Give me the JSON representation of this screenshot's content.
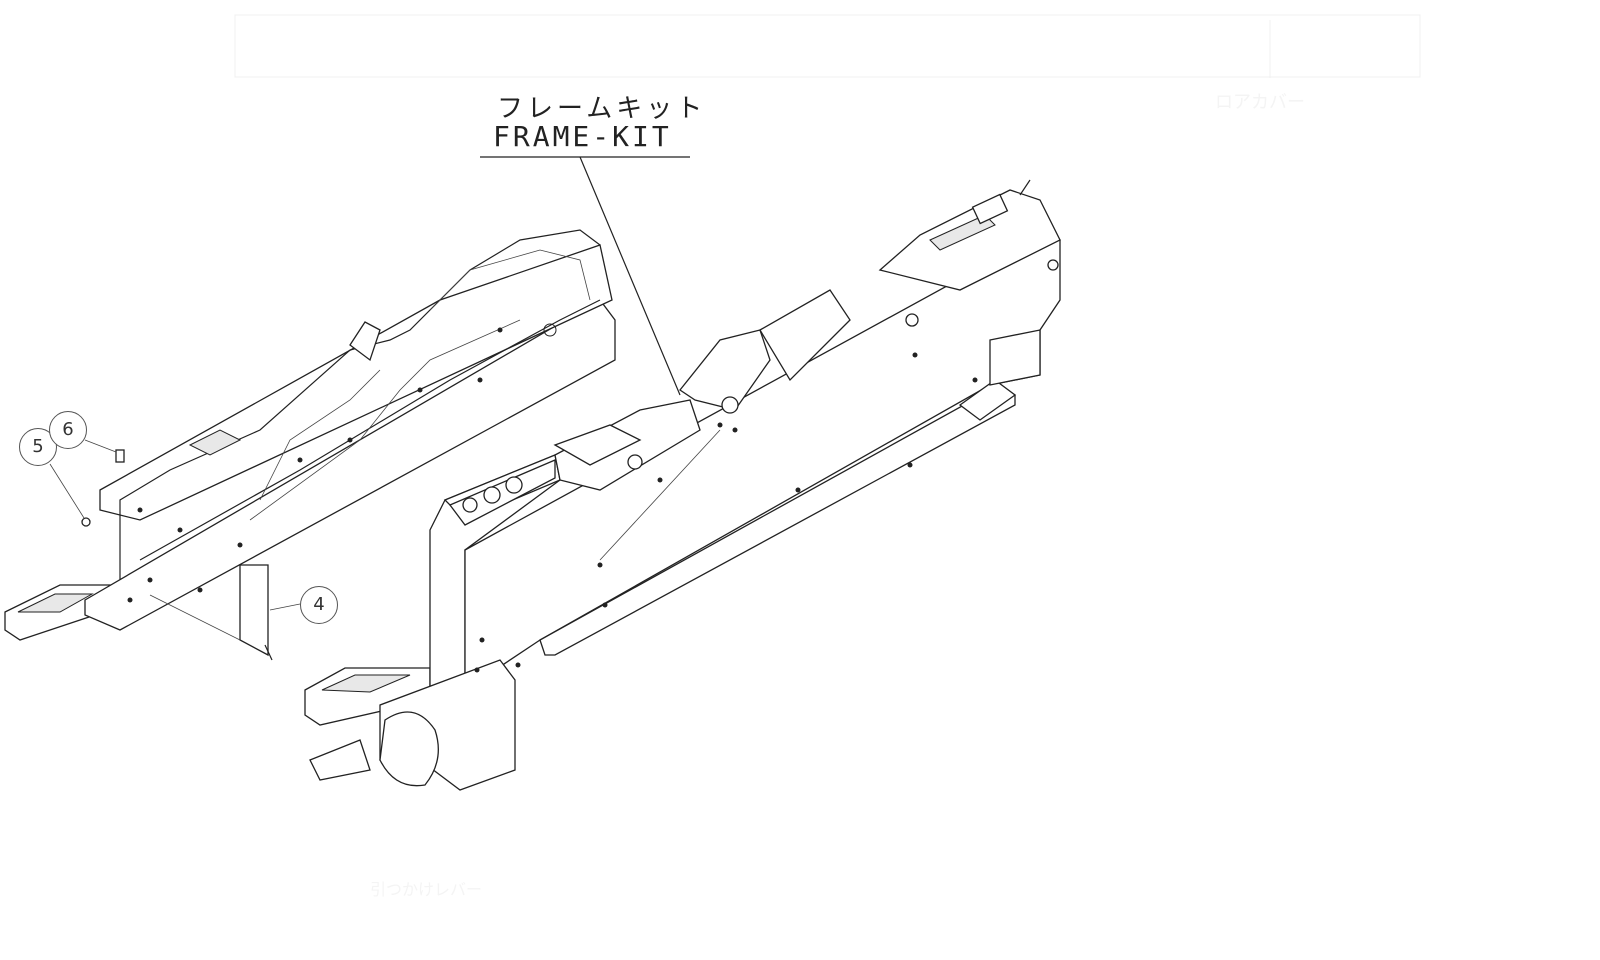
{
  "title": {
    "japanese": "フレームキット",
    "english": "FRAME-KIT"
  },
  "callouts": [
    "4",
    "5",
    "6"
  ],
  "faint_labels": [
    "ロアカバー",
    "引つかけレバー"
  ]
}
